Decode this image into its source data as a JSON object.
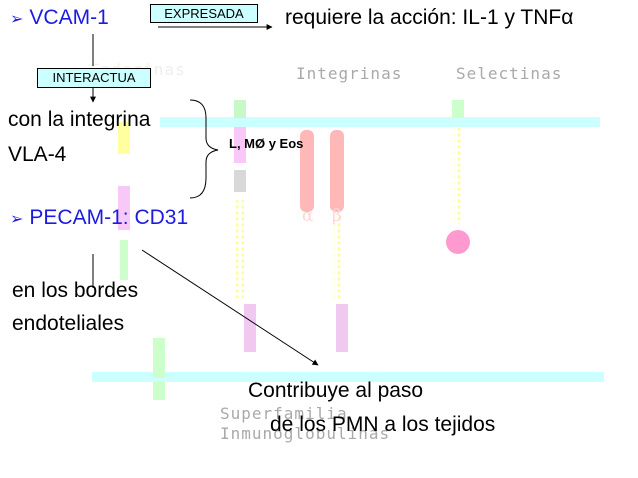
{
  "bullet_glyph": "➢",
  "vcam": {
    "name": "VCAM-1",
    "box_label": "EXPRESADA",
    "text": "requiere la acción: IL-1 y TNFα"
  },
  "interact": {
    "box_label": "INTERACTUA",
    "line1": "con la integrina",
    "line2": "VLA-4",
    "cells": "L, MØ y Eos"
  },
  "pecam": {
    "name": "PECAM-1:",
    "alias": "CD31",
    "line1": "en los bordes",
    "line2": "endoteliales"
  },
  "contrib": {
    "line1": "Contribuye al paso",
    "line2": "de los PMN a los tejidos"
  },
  "background_labels": {
    "cadherins": "Caderinas",
    "integrins": "Integrinas",
    "selectins": "Selectinas",
    "alpha": "α",
    "beta": "β",
    "superfamily": "Superfamilia",
    "immunoglobulins": "Inmunoglobulinas"
  },
  "colors": {
    "text_blue": "#1c1ce0",
    "box_fill": "#ccffff",
    "membrane": "#ccffff",
    "faint_text": "#a9a9a9",
    "pink": "#f8c8f8",
    "yellow": "#ffffa0",
    "green": "#c8f8c8",
    "red": "#ffb0b0",
    "gray": "#d8d8d8"
  }
}
